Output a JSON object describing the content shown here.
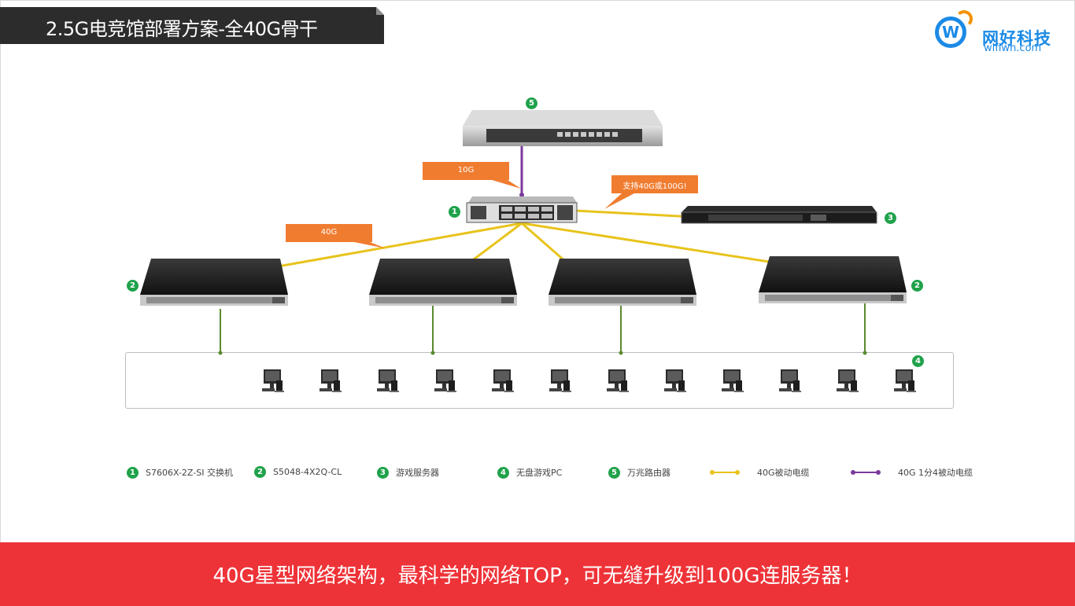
{
  "header": {
    "title": "2.5G电竞馆部署方案-全40G骨干"
  },
  "logo": {
    "letter": "W",
    "name": "网好科技",
    "url": "wifiwh.com"
  },
  "callouts": {
    "uplink_10g": "10G",
    "server_note": "支持40G或100G!",
    "downlink_40g": "40G"
  },
  "badges": {
    "core": "1",
    "access_left": "2",
    "access_right": "2",
    "server": "3",
    "pc_group": "4",
    "router": "5"
  },
  "legend": [
    {
      "num": "1",
      "label": "S7606X-2Z-SI 交换机"
    },
    {
      "num": "2",
      "label": "S5048-4X2Q-CL"
    },
    {
      "num": "3",
      "label": "游戏服务器"
    },
    {
      "num": "4",
      "label": "无盘游戏PC"
    },
    {
      "num": "5",
      "label": "万兆路由器"
    },
    {
      "line": "yellow",
      "label": "40G被动电缆"
    },
    {
      "line": "purple",
      "label": "40G 1分4被动电缆"
    }
  ],
  "colors": {
    "cable_40g": "#e8c31c",
    "cable_breakout": "#7b3a9c",
    "pc_link": "#5a8a2f",
    "callout": "#f07c30",
    "badge": "#1fa24a",
    "footer": "#ee3338"
  },
  "footer": {
    "text": "40G星型网络架构，最科学的网络TOP，可无缝升级到100G连服务器！"
  }
}
